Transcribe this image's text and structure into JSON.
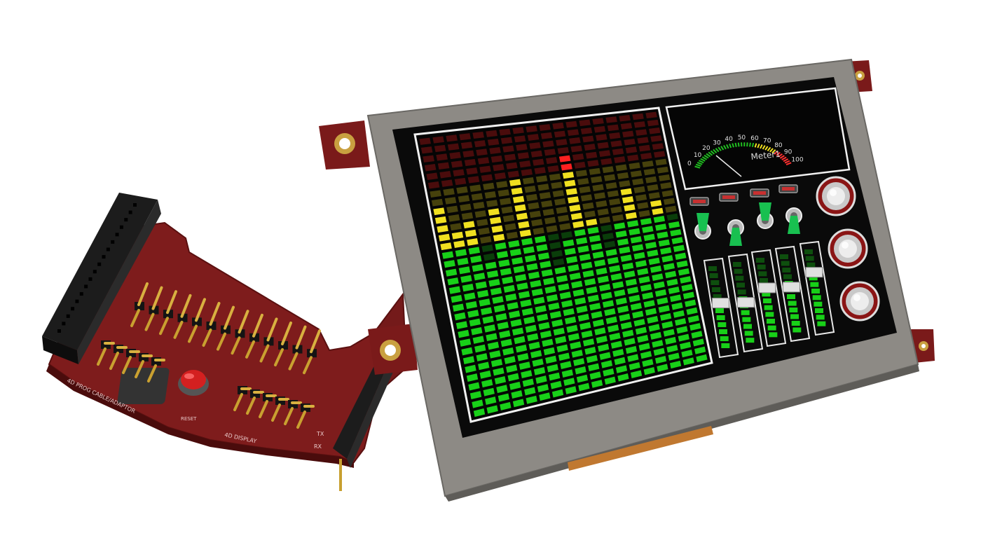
{
  "meter": {
    "scale_labels": [
      "0",
      "10",
      "20",
      "30",
      "40",
      "50",
      "60",
      "70",
      "80",
      "90",
      "100"
    ],
    "caption": "Meter1"
  },
  "board": {
    "label_cable": "4D PROG CABLE/ADAPTOR",
    "label_display": "4D DISPLAY",
    "label_reset": "RESET",
    "label_tx": "TX",
    "label_rx": "RX"
  },
  "screen": {
    "spectrum_rows": 32,
    "spectrum_cols": 18,
    "spectrum_levels": [
      0.78,
      0.66,
      0.7,
      0.55,
      0.72,
      0.6,
      0.82,
      0.62,
      0.48,
      0.58,
      0.88,
      0.64,
      0.5,
      0.6,
      0.74,
      0.62,
      0.66,
      0.58
    ],
    "switch_states": [
      "up",
      "down",
      "up",
      "down"
    ],
    "slider_levels": [
      0.55,
      0.5,
      0.62,
      0.58,
      0.7
    ],
    "knob_count": 3
  },
  "colors": {
    "pcb": "#8a1f1f",
    "bezel": "#8d8a85",
    "bar_green": "#18d018",
    "bar_yellow": "#f0e020",
    "bar_red": "#ff2020",
    "led_red": "#c83030",
    "reset_button": "#d42020"
  }
}
